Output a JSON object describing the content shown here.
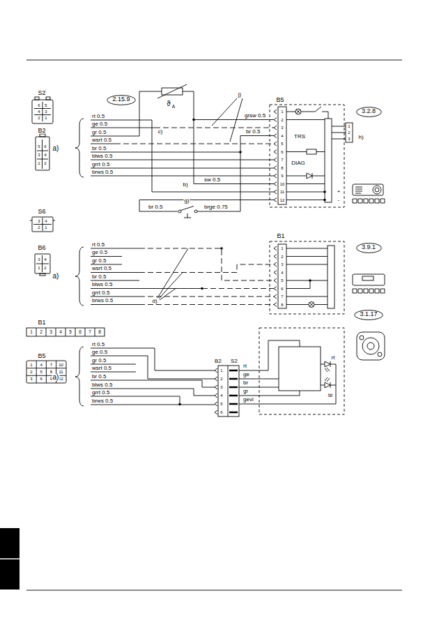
{
  "diagram": {
    "nodes": [
      {
        "text": [
          "2.15.9"
        ]
      },
      {
        "text": [
          "3.2.8"
        ]
      },
      {
        "text": [
          "3.9.1"
        ]
      },
      {
        "text": [
          "3.1.17"
        ]
      }
    ],
    "labels": [
      "S2",
      "6",
      "5",
      "4",
      "3",
      "2",
      "1",
      "B2",
      "5",
      "6",
      "3",
      "4",
      "1",
      "2",
      "S6",
      "3",
      "4",
      "2",
      "1",
      "B6",
      "3",
      "4",
      "1",
      "2",
      "B1",
      "1",
      "2",
      "3",
      "4",
      "5",
      "6",
      "7",
      "8",
      "B5",
      "1",
      "4",
      "7",
      "10",
      "2",
      "5",
      "8",
      "11",
      "3",
      "6",
      "9",
      "12",
      "a)",
      "rt 0.5",
      "ge 0.5",
      "gr 0.5",
      "wsrt 0.5",
      "br 0.5",
      "blws 0.5",
      "grrt 0.5",
      "brws 0.5",
      "ϑ",
      "A",
      "c)",
      "grsw 0.5",
      "j)",
      "br 0.5",
      "b)",
      "sw 0.5",
      "B5",
      "1",
      "2",
      "3",
      "4",
      "5",
      "6",
      "7",
      "8",
      "9",
      "10",
      "11",
      "12",
      "TRS",
      "DIAG",
      "+",
      "-",
      "1",
      "2",
      "3",
      "h)",
      "g)",
      "br 0.5",
      "brge 0.75",
      "a)",
      "rt 0.5",
      "ge 0.5",
      "gr 0.5",
      "wsrt 0.5",
      "br 0.5",
      "blws 0.5",
      "grrt 0.5",
      "brws 0.5",
      "d)",
      "B1",
      "1",
      "2",
      "3",
      "4",
      "5",
      "6",
      "7",
      "8",
      "a)",
      "rt 0.5",
      "ge 0.5",
      "gr 0.5",
      "wsrt 0.5",
      "br 0.5",
      "blws 0.5",
      "grrt 0.5",
      "brws 0.5",
      "B2",
      "S2",
      "1",
      "2",
      "3",
      "4",
      "5",
      "6",
      "rt",
      "ge",
      "br",
      "gr",
      "gevi",
      "rt",
      "bl"
    ]
  }
}
